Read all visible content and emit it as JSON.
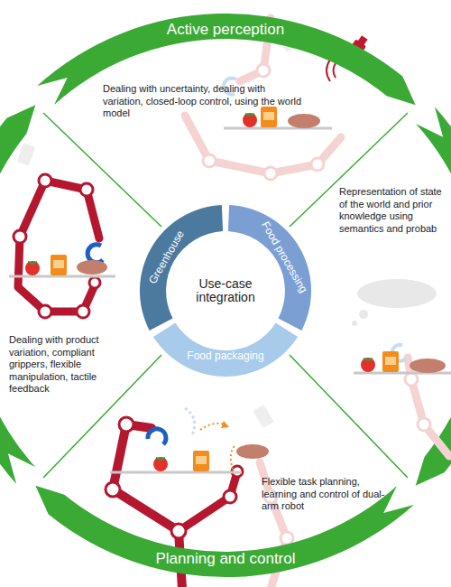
{
  "diagram": {
    "nodes": [
      {
        "text": [
          "Active perception"
        ]
      },
      {
        "text": [
          "Greenhouse"
        ]
      },
      {
        "text": [
          "Food processing"
        ]
      },
      {
        "text": [
          "Use-case integration"
        ]
      },
      {
        "text": [
          "Food packaging"
        ]
      },
      {
        "text": [
          "Planning and control"
        ]
      }
    ],
    "labels": [
      "Dealing with uncertainty, dealing with variation, closed-loop control, using the world model",
      "Representation of state of the world and prior knowledge using semantics and probab",
      "Dealing with product variation, compliant grippers, flexible manipulation, tactile feedback",
      "Flexible task planning, learning and control of dual-arm robot"
    ]
  }
}
